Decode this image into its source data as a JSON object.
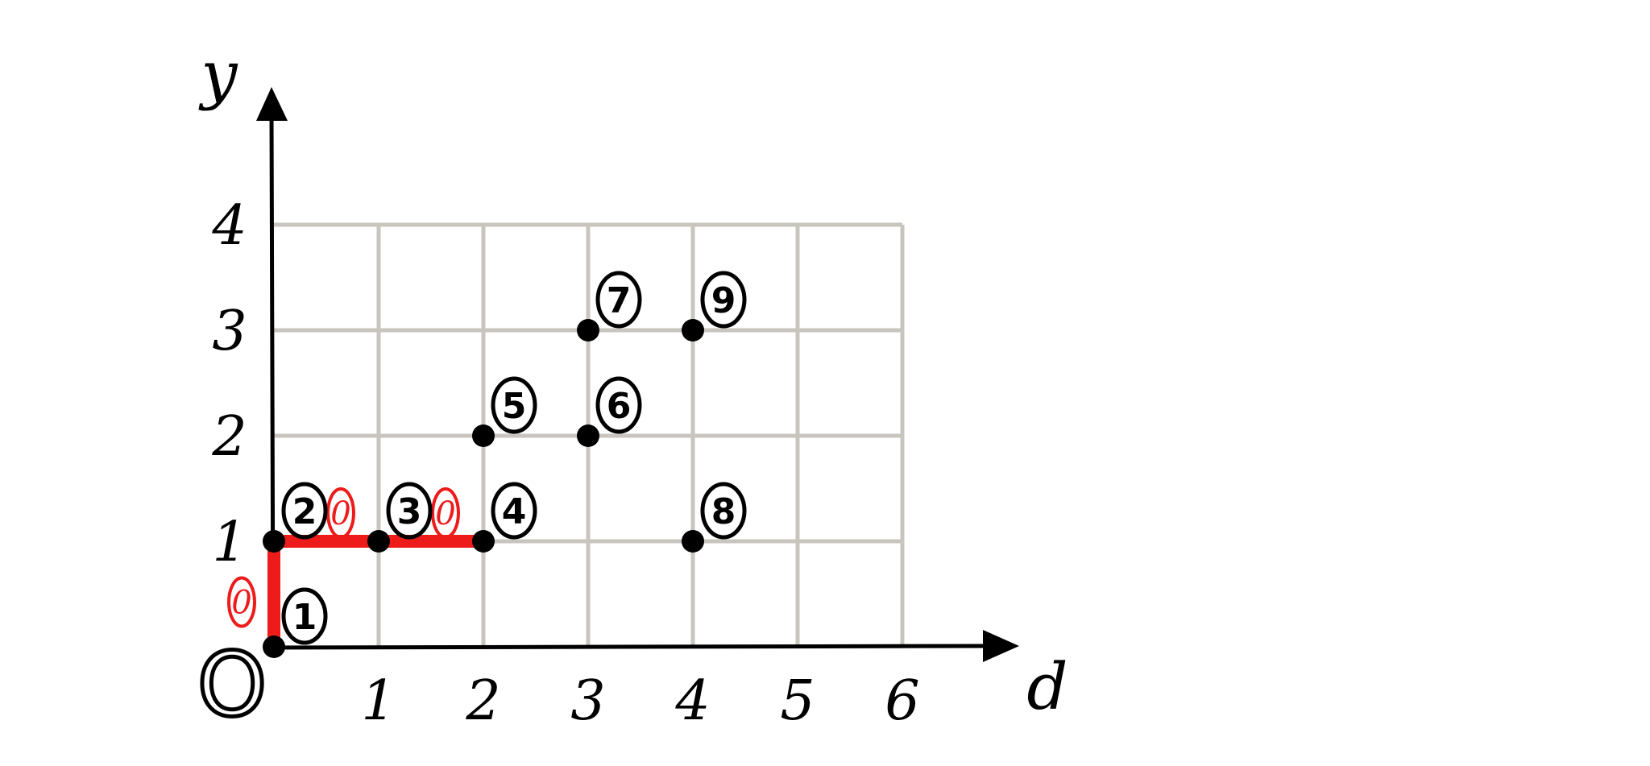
{
  "axes": {
    "x_label": "d",
    "y_label": "y",
    "origin_label": "O",
    "x_ticks": [
      "1",
      "2",
      "3",
      "4",
      "5",
      "6"
    ],
    "y_ticks": [
      "1",
      "2",
      "3",
      "4"
    ]
  },
  "grid": {
    "x_range": [
      0,
      6
    ],
    "y_range": [
      0,
      4
    ],
    "step": 1
  },
  "points": [
    {
      "label": "1",
      "x": 0,
      "y": 0
    },
    {
      "label": "2",
      "x": 0,
      "y": 1
    },
    {
      "label": "3",
      "x": 1,
      "y": 1
    },
    {
      "label": "4",
      "x": 2,
      "y": 1
    },
    {
      "label": "5",
      "x": 2,
      "y": 2
    },
    {
      "label": "6",
      "x": 3,
      "y": 2
    },
    {
      "label": "7",
      "x": 3,
      "y": 3
    },
    {
      "label": "8",
      "x": 4,
      "y": 1
    },
    {
      "label": "9",
      "x": 4,
      "y": 3
    }
  ],
  "path": {
    "color": "#ee1b1b",
    "vertices": [
      {
        "x": 0,
        "y": 0
      },
      {
        "x": 0,
        "y": 1
      },
      {
        "x": 2,
        "y": 1
      }
    ],
    "edge_labels": [
      {
        "text": "0",
        "from": 0,
        "to": 1
      },
      {
        "text": "0",
        "from": 1,
        "to": 2
      },
      {
        "text": "0",
        "from": 2,
        "to": 3
      }
    ]
  },
  "colors": {
    "grid": "#c8c5be",
    "ink": "#000000",
    "accent": "#ee1b1b"
  }
}
